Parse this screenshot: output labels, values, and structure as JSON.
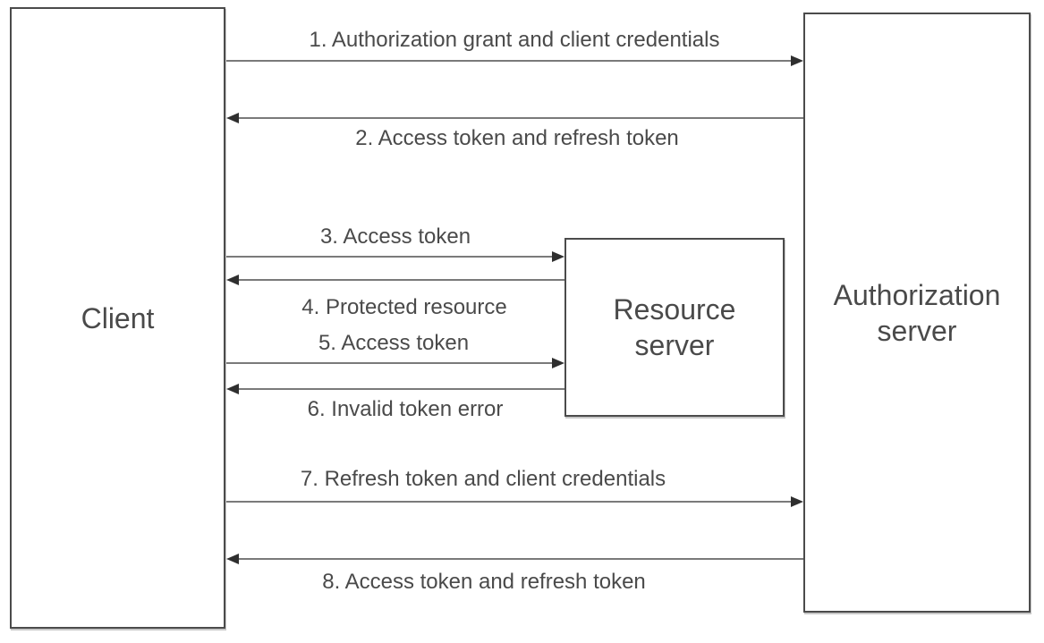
{
  "actors": [
    {
      "id": "client",
      "label": "Client"
    },
    {
      "id": "resource-server",
      "label": "Resource server"
    },
    {
      "id": "authorization-server",
      "label": "Authorization server"
    }
  ],
  "messages": [
    {
      "step": 1,
      "label": "1. Authorization grant and client credentials",
      "from": "client",
      "to": "authorization-server",
      "direction": "right"
    },
    {
      "step": 2,
      "label": "2. Access token and refresh token",
      "from": "authorization-server",
      "to": "client",
      "direction": "left"
    },
    {
      "step": 3,
      "label": "3. Access token",
      "from": "client",
      "to": "resource-server",
      "direction": "right"
    },
    {
      "step": 4,
      "label": "4. Protected resource",
      "from": "resource-server",
      "to": "client",
      "direction": "left"
    },
    {
      "step": 5,
      "label": "5. Access token",
      "from": "client",
      "to": "resource-server",
      "direction": "right"
    },
    {
      "step": 6,
      "label": "6. Invalid token error",
      "from": "resource-server",
      "to": "client",
      "direction": "left"
    },
    {
      "step": 7,
      "label": "7. Refresh token and client credentials",
      "from": "client",
      "to": "authorization-server",
      "direction": "right"
    },
    {
      "step": 8,
      "label": "8. Access token and refresh token",
      "from": "authorization-server",
      "to": "client",
      "direction": "left"
    }
  ],
  "colors": {
    "background": "#ffffff",
    "box_border": "#4b4b4b",
    "arrow_line": "#7a7a7a",
    "arrow_head": "#2f2f2f",
    "text": "#4a4a4a"
  }
}
